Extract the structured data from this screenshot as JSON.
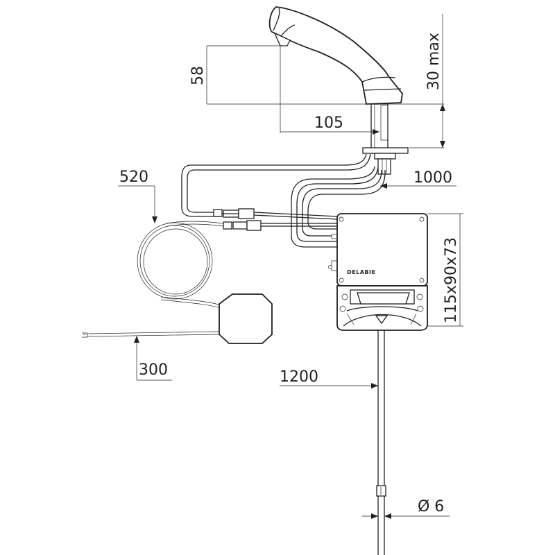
{
  "dimensions": {
    "spout_height": "58",
    "reach": "105",
    "deck_thickness": "30 max",
    "cable_520": "520",
    "hose_1000": "1000",
    "box_size": "115x90x73",
    "cable_300": "300",
    "cable_1200": "1200",
    "diameter": "Ø 6"
  },
  "control_box": {
    "brand": "DELABIE"
  },
  "colors": {
    "line": "#231f20",
    "background": "#ffffff"
  }
}
